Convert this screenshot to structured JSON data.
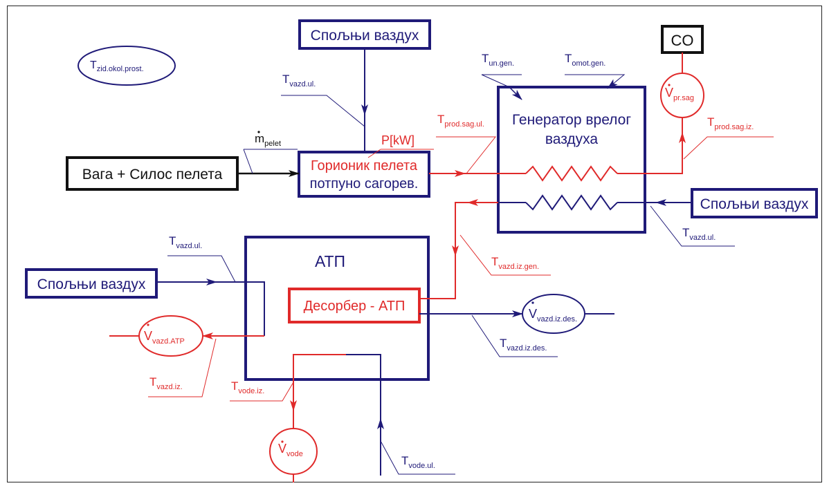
{
  "blocks": {
    "outside_air_top": "Спољњи ваздух",
    "co": "CO",
    "scale_silo": "Вага + Силос пелета",
    "burner_line1": "Горионик пелета",
    "burner_line2": "потпуно сагорев.",
    "generator_line1": "Генератор врелог",
    "generator_line2": "ваздуха",
    "outside_air_right": "Спољњи ваздух",
    "atp": "АТП",
    "desorber": "Десорбер - АТП",
    "outside_air_left": "Спољњи ваздух"
  },
  "labels": {
    "t_zid": {
      "main": "T",
      "sub": "zid.okol.prost."
    },
    "t_vazd_ul_top": {
      "main": "T",
      "sub": "vazd.ul."
    },
    "t_un_gen": {
      "main": "T",
      "sub": "un.gen."
    },
    "t_omot_gen": {
      "main": "T",
      "sub": "omot.gen."
    },
    "v_pr_sag": {
      "main": "V",
      "sub": "pr.sag"
    },
    "m_pelet": {
      "main": "m",
      "sub": "pelet"
    },
    "power": "P[kW]",
    "t_prod_sag_ul": {
      "main": "T",
      "sub": "prod.sag.ul."
    },
    "t_prod_sag_iz": {
      "main": "T",
      "sub": "prod.sag.iz."
    },
    "t_vazd_ul_right": {
      "main": "T",
      "sub": "vazd.ul."
    },
    "t_vazd_iz_gen": {
      "main": "T",
      "sub": "vazd.iz.gen."
    },
    "t_vazd_ul_left": {
      "main": "T",
      "sub": "vazd.ul."
    },
    "v_vazd_iz_des": {
      "main": "V",
      "sub": "vazd.iz.des."
    },
    "t_vazd_iz_des": {
      "main": "T",
      "sub": "vazd.iz.des."
    },
    "v_vazd_atp": {
      "main": "V",
      "sub": "vazd.ATP"
    },
    "t_vazd_iz": {
      "main": "T",
      "sub": "vazd.iz."
    },
    "t_vode_iz": {
      "main": "T",
      "sub": "vode.iz."
    },
    "v_vode": {
      "main": "V",
      "sub": "vode"
    },
    "t_vode_ul": {
      "main": "T",
      "sub": "vode.ul."
    }
  },
  "colors": {
    "blue": "#1f1a78",
    "red": "#e02a2a",
    "black": "#111111"
  }
}
